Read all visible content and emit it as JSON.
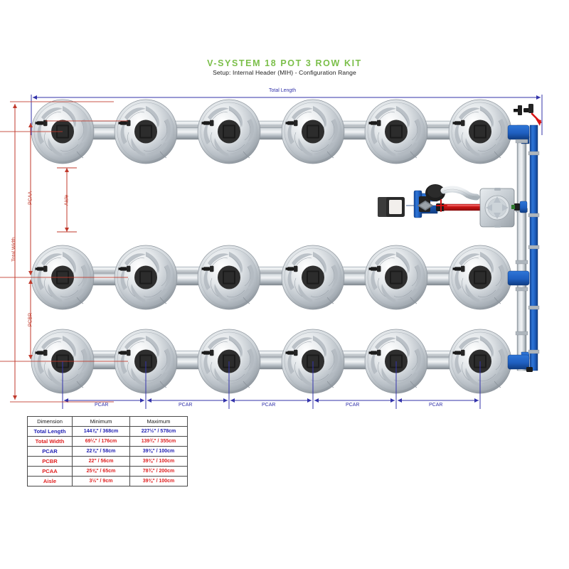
{
  "title": {
    "main": "V-SYSTEM 18 POT 3 ROW KIT",
    "subtitle": "Setup: Internal Header (MIH) - Configuration Range",
    "main_color": "#7bbf4a"
  },
  "diagram": {
    "rows": 3,
    "pots_per_row": 6,
    "total_pots": 18,
    "colors": {
      "blue_dimension": "#3333aa",
      "red_dimension": "#c0392b",
      "pipe_gray": "#b9c0c6",
      "manifold_blue": "#1f5fc0",
      "hot_pipe_red": "#c81414",
      "pot_gray": "#c9ced3",
      "pot_center_dark": "#2b2b2b"
    },
    "dimension_labels": {
      "total_length": "Total Length",
      "total_width": "Total Width",
      "pcaa": "PCAA",
      "pcbr": "PCBR",
      "aisle": "Aisle",
      "pcar": "PCAR",
      "pcar_segments": [
        "PCAR",
        "PCAR",
        "PCAR",
        "PCAR",
        "PCAR"
      ]
    }
  },
  "table": {
    "headers": [
      "Dimension",
      "Minimum",
      "Maximum"
    ],
    "rows": [
      {
        "dimension": "Total Length",
        "color": "blue",
        "minimum": "144⅞\" / 368cm",
        "maximum": "227½\" / 578cm"
      },
      {
        "dimension": "Total Width",
        "color": "red",
        "minimum": "69¼\" / 176cm",
        "maximum": "139¾\" / 355cm"
      },
      {
        "dimension": "PCAR",
        "color": "blue",
        "minimum": "22⅞\" / 58cm",
        "maximum": "39⅜\" / 100cm"
      },
      {
        "dimension": "PCBR",
        "color": "red",
        "minimum": "22\" / 56cm",
        "maximum": "39⅜\" / 100cm"
      },
      {
        "dimension": "PCAA",
        "color": "red",
        "minimum": "25⅝\" / 65cm",
        "maximum": "78¾\" / 200cm"
      },
      {
        "dimension": "Aisle",
        "color": "red",
        "minimum": "3½\" / 9cm",
        "maximum": "39⅜\" / 100cm"
      }
    ]
  }
}
